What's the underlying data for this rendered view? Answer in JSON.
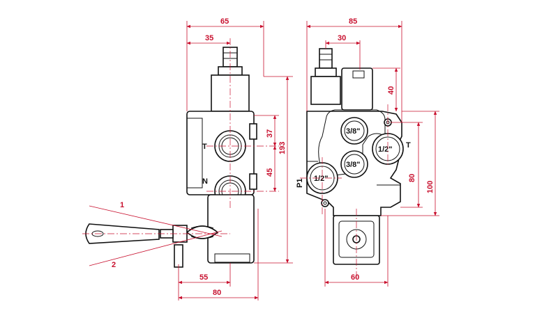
{
  "side_view": {
    "dims": {
      "width_top": "65",
      "width_inner": "35",
      "height_total": "193",
      "spacing_upper": "37",
      "spacing_lower": "45",
      "base_inner": "55",
      "base_total": "80"
    },
    "ports": {
      "t": "T",
      "n": "N"
    },
    "lever_positions": {
      "pos1": "1",
      "pos2": "2"
    }
  },
  "front_view": {
    "dims": {
      "width_top": "85",
      "width_inner": "30",
      "height_upper": "40",
      "height_mid": "80",
      "height_total": "100",
      "base_width": "60"
    },
    "ports": {
      "top_left": "3/8\"",
      "right": "1/2\"",
      "center": "3/8\"",
      "left": "1/2\"",
      "t": "T",
      "p1": "P1"
    }
  },
  "colors": {
    "dimension": "#c8102e",
    "outline": "#111111"
  }
}
